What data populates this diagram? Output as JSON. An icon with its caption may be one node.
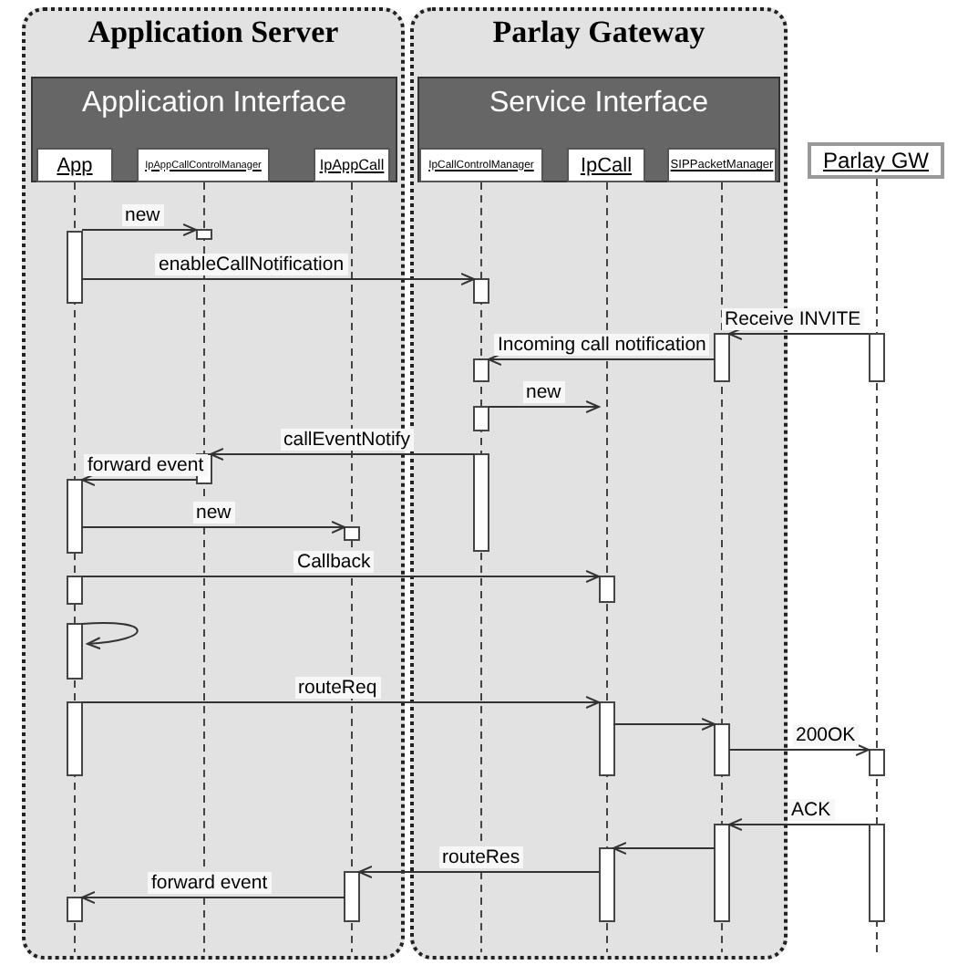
{
  "diagram": {
    "nodes": [
      {
        "text": [
          "Application Server"
        ]
      },
      {
        "text": [
          "Parlay Gateway"
        ]
      },
      {
        "text": [
          "Application Interface"
        ],
        "in": 0
      },
      {
        "text": [
          "Service Interface"
        ],
        "in": 1
      },
      {
        "text": [
          "App"
        ],
        "in": 2
      },
      {
        "text": [
          "IpAppCallControlManager"
        ],
        "in": 2
      },
      {
        "text": [
          "IpAppCall"
        ],
        "in": 2
      },
      {
        "text": [
          "IpCallControlManager"
        ],
        "in": 3
      },
      {
        "text": [
          "IpCall"
        ],
        "in": 3
      },
      {
        "text": [
          "SIPPacketManager"
        ],
        "in": 3
      },
      {
        "text": [
          "Parlay GW"
        ]
      },
      {
        "text": [],
        "shape": "line",
        "in": 0
      },
      {
        "text": [],
        "shape": "line",
        "in": 0
      },
      {
        "text": [],
        "shape": "line",
        "in": 0
      },
      {
        "text": [],
        "shape": "line",
        "in": 1
      },
      {
        "text": [],
        "shape": "line",
        "in": 1
      },
      {
        "text": [],
        "shape": "line",
        "in": 1
      },
      {
        "text": [],
        "shape": "line"
      }
    ],
    "edges": [
      {
        "from": 11,
        "to": 12,
        "arrow": "to",
        "label": "new"
      },
      {
        "from": 11,
        "to": 14,
        "arrow": "to",
        "label": "enableCallNotification"
      },
      {
        "from": 17,
        "to": 16,
        "arrow": "to",
        "label": "Receive INVITE"
      },
      {
        "from": 16,
        "to": 14,
        "arrow": "to",
        "label": "Incoming call notification"
      },
      {
        "from": 14,
        "to": 15,
        "arrow": "to",
        "label": "new"
      },
      {
        "from": 14,
        "to": 12,
        "arrow": "to",
        "label": "callEventNotify"
      },
      {
        "from": 12,
        "to": 11,
        "arrow": "to",
        "label": "forward event"
      },
      {
        "from": 11,
        "to": 13,
        "arrow": "to",
        "label": "new"
      },
      {
        "from": 11,
        "to": 15,
        "arrow": "to",
        "label": "Callback"
      },
      {
        "from": 11,
        "to": 11,
        "arrow": "to"
      },
      {
        "from": 11,
        "to": 15,
        "arrow": "to",
        "label": "routeReq"
      },
      {
        "from": 15,
        "to": 16,
        "arrow": "to"
      },
      {
        "from": 16,
        "to": 17,
        "arrow": "to",
        "label": "200OK"
      },
      {
        "from": 17,
        "to": 16,
        "arrow": "to",
        "label": "ACK"
      },
      {
        "from": 16,
        "to": 15,
        "arrow": "to"
      },
      {
        "from": 15,
        "to": 13,
        "arrow": "to",
        "label": "routeRes"
      },
      {
        "from": 13,
        "to": 11,
        "arrow": "to",
        "label": "forward event"
      }
    ]
  }
}
